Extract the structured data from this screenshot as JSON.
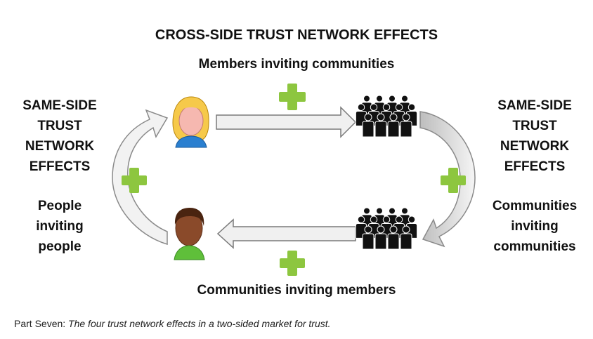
{
  "title": "CROSS-SIDE TRUST NETWORK EFFECTS",
  "top_label": "Members inviting communities",
  "bottom_label": "Communities inviting members",
  "left_same_side": [
    "SAME-SIDE",
    "TRUST",
    "NETWORK",
    "EFFECTS"
  ],
  "right_same_side": [
    "SAME-SIDE",
    "TRUST",
    "NETWORK",
    "EFFECTS"
  ],
  "left_loop_label": [
    "People",
    "inviting",
    "people"
  ],
  "right_loop_label": [
    "Communities",
    "inviting",
    "communities"
  ],
  "caption": {
    "prefix": "Part Seven: ",
    "text": "The four trust network effects in a two-sided market for trust."
  },
  "colors": {
    "plus": "#8dc63f",
    "arrow_fill": "#eeeeee",
    "arrow_stroke": "#777777",
    "woman_hair": "#f6c94a",
    "woman_face": "#f6b8b0",
    "woman_shirt": "#2a7fd0",
    "man_hair": "#4a2410",
    "man_face": "#8a4a2a",
    "man_shirt": "#5fbf3a",
    "crowd": "#111111"
  }
}
